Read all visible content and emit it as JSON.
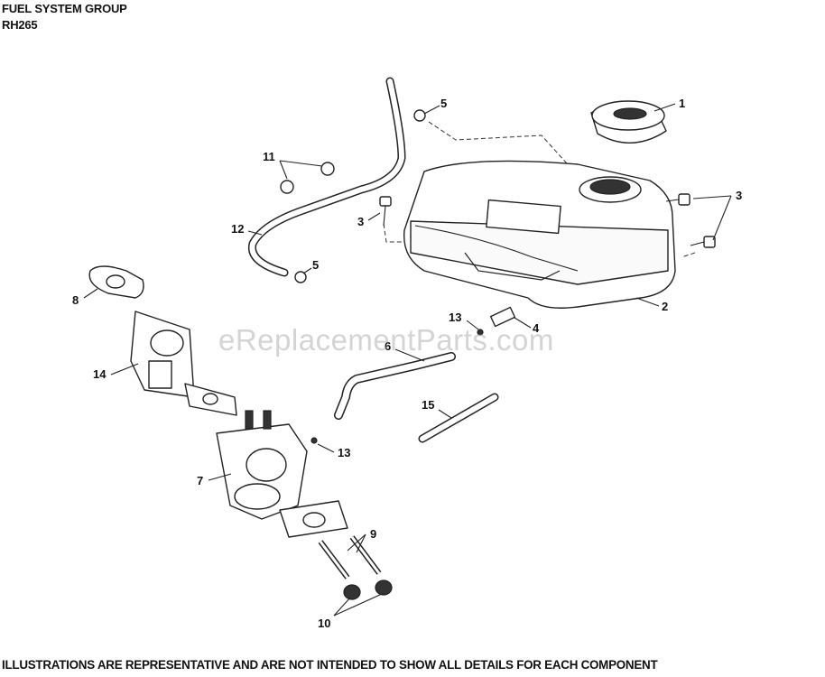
{
  "header": {
    "title": "FUEL SYSTEM GROUP",
    "model": "RH265"
  },
  "footer": {
    "disclaimer": "ILLUSTRATIONS ARE REPRESENTATIVE AND ARE NOT INTENDED TO SHOW ALL DETAILS FOR EACH COMPONENT"
  },
  "watermark": "eReplacementParts.com",
  "callouts": [
    "1",
    "2",
    "3",
    "3",
    "4",
    "5",
    "5",
    "6",
    "7",
    "8",
    "9",
    "10",
    "11",
    "12",
    "13",
    "13",
    "14",
    "15"
  ],
  "colors": {
    "line": "#222222",
    "background": "#ffffff",
    "watermark": "#a0a0a0"
  }
}
